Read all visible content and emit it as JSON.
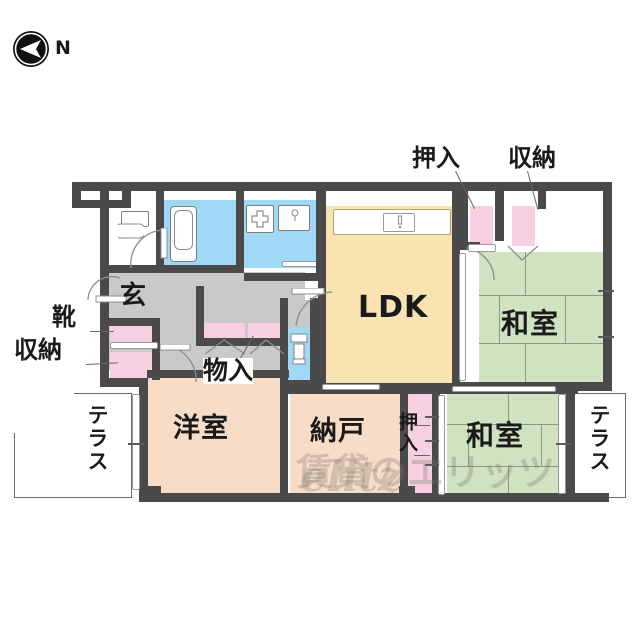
{
  "compass": {
    "label": "N",
    "icon": "north-arrow-icon"
  },
  "watermark": {
    "text": "賃貸のエリッツ",
    "mark": "elitz"
  },
  "rooms": [
    {
      "id": "ldk",
      "label": "LDK",
      "color": "#f9e3b0"
    },
    {
      "id": "washitsu_1",
      "label": "和室",
      "color": "#cfe3c0"
    },
    {
      "id": "washitsu_2",
      "label": "和室",
      "color": "#cfe3c0"
    },
    {
      "id": "yoshitsu",
      "label": "洋室",
      "color": "#f7ddc8"
    },
    {
      "id": "nando",
      "label": "納戸",
      "color": "#f7ddc8"
    },
    {
      "id": "genkan",
      "label": "玄",
      "color": "#c9c9c9"
    },
    {
      "id": "terrace_l",
      "label": "テラス",
      "color": "#ffffff"
    },
    {
      "id": "terrace_r",
      "label": "テラス",
      "color": "#ffffff"
    }
  ],
  "callouts": {
    "oshiire_top": "押入",
    "shuno_top": "収納",
    "kutsu": "靴",
    "shuno_left": "収納",
    "mono_ire": "物入",
    "oshiire_bottom": "押入"
  },
  "colors": {
    "wall": "#4a4a4a",
    "closet_pink": "#f6cfe0",
    "water_blue": "#9fd9f6",
    "tatami_green": "#cfe3c0",
    "ldk_yellow": "#f9e3b0",
    "room_peach": "#f7ddc8",
    "genkan_gray": "#c9c9c9"
  }
}
